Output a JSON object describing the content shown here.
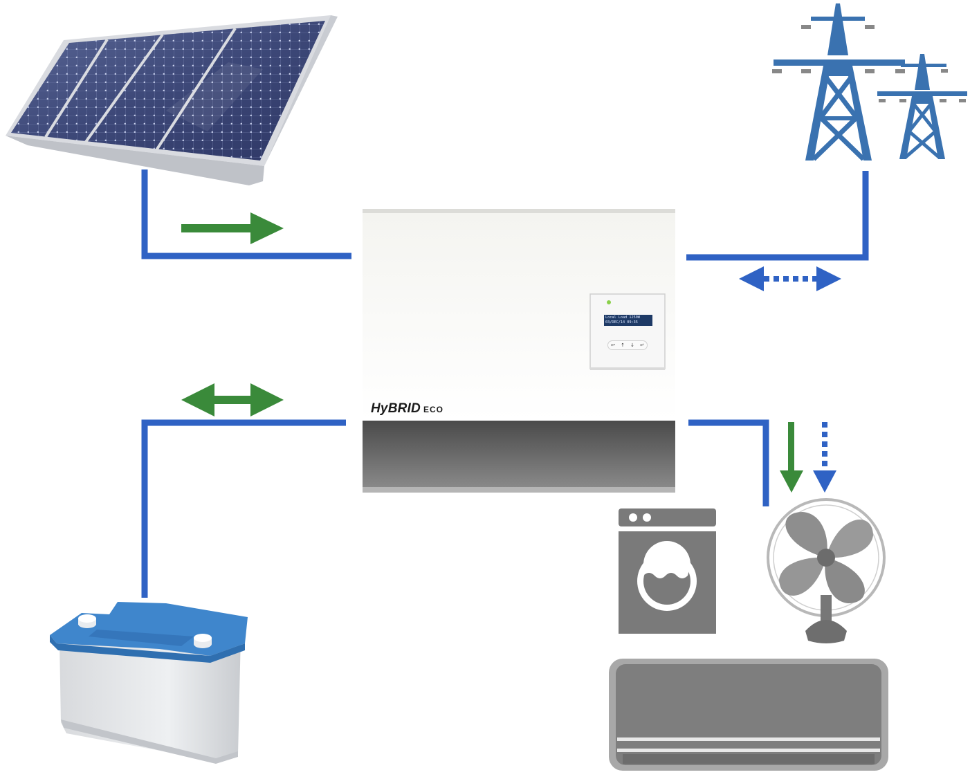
{
  "inverter": {
    "brand_main": "HyBRID",
    "brand_sub": "ECO",
    "display_line1": "Local Load 1250W",
    "display_line2": "03/DEC/14 09:35",
    "keys": [
      "↩",
      "↑",
      "↓",
      "↵"
    ]
  },
  "colors": {
    "wire": "#2f62c4",
    "flow_solar": "#3a8a3a",
    "flow_grid": "#2f62c4",
    "panel": "#3e4a7a",
    "tower": "#3a72b0",
    "battery_top": "#3f86cc",
    "appliance": "#7a7a7a"
  },
  "icons": [
    "solar-panel-icon",
    "power-tower-icon",
    "battery-icon",
    "washing-machine-icon",
    "fan-icon",
    "air-conditioner-icon"
  ]
}
